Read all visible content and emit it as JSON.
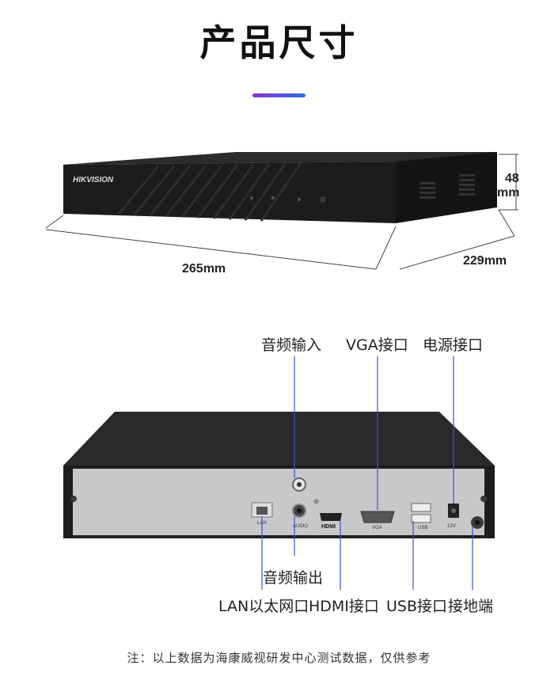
{
  "title": "产品尺寸",
  "accent": {
    "from": "#8b2fd6",
    "to": "#2a6ff0"
  },
  "front": {
    "brand": "HIKVISION",
    "width": "265mm",
    "depth": "229mm",
    "height_value": "48",
    "height_unit": "mm"
  },
  "rear": {
    "callouts": {
      "audio_in": "音频输入",
      "vga": "VGA接口",
      "power": "电源接口",
      "audio_out": "音频输出",
      "lan": "LAN以太网口",
      "hdmi": "HDMI接口",
      "usb": "USB接口",
      "ground": "接地端"
    },
    "panel_text": {
      "lan": "LAN",
      "audio": "AUDIO",
      "hdmi": "HDMI",
      "vga": "VGA",
      "usb": "USB",
      "dc": "12V"
    },
    "line_color": "#3a4fd6"
  },
  "note": "注：以上数据为海康威视研发中心测试数据，仅供参考"
}
